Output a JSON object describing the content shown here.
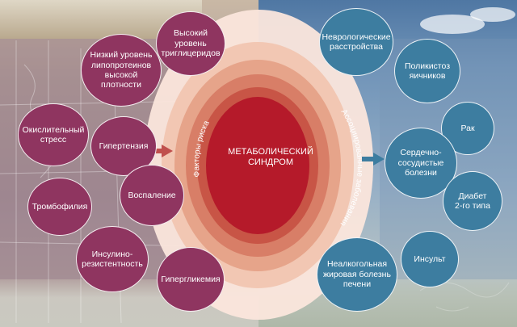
{
  "center": {
    "title": "МЕТАБОЛИЧЕСКИЙ\nСИНДРОМ"
  },
  "arcs": {
    "left": "Факторы риска",
    "right": "Ассоциированные заболевания"
  },
  "risk_factors": [
    {
      "id": "triglycerides",
      "label": "Высокий уровень\nтриглицеридов"
    },
    {
      "id": "hdl",
      "label": "Низкий уровень\nлипопротеинов\nвысокой\nплотности"
    },
    {
      "id": "oxidative",
      "label": "Окислительный\nстресс"
    },
    {
      "id": "hypertension",
      "label": "Гипертензия"
    },
    {
      "id": "inflammation",
      "label": "Воспаление"
    },
    {
      "id": "thrombophilia",
      "label": "Тромбофилия"
    },
    {
      "id": "insulin",
      "label": "Инсулино-\nрезистентность"
    },
    {
      "id": "hyperglycemia",
      "label": "Гипергликемия"
    }
  ],
  "diseases": [
    {
      "id": "neuro",
      "label": "Неврологические\nрасстройства"
    },
    {
      "id": "pcos",
      "label": "Поликистоз\nяичников"
    },
    {
      "id": "cancer",
      "label": "Рак"
    },
    {
      "id": "cvd",
      "label": "Сердечно-\nсосудистые\nболезни"
    },
    {
      "id": "diabetes",
      "label": "Диабет\n2-го типа"
    },
    {
      "id": "stroke",
      "label": "Инсульт"
    },
    {
      "id": "nafld",
      "label": "Неалкогольная\nжировая болезнь\nпечени"
    }
  ],
  "colors": {
    "risk_bubble": "#8f3560",
    "disease_bubble": "#3d7da0",
    "core": "#b51a2a",
    "arrow": "#c0504d"
  }
}
